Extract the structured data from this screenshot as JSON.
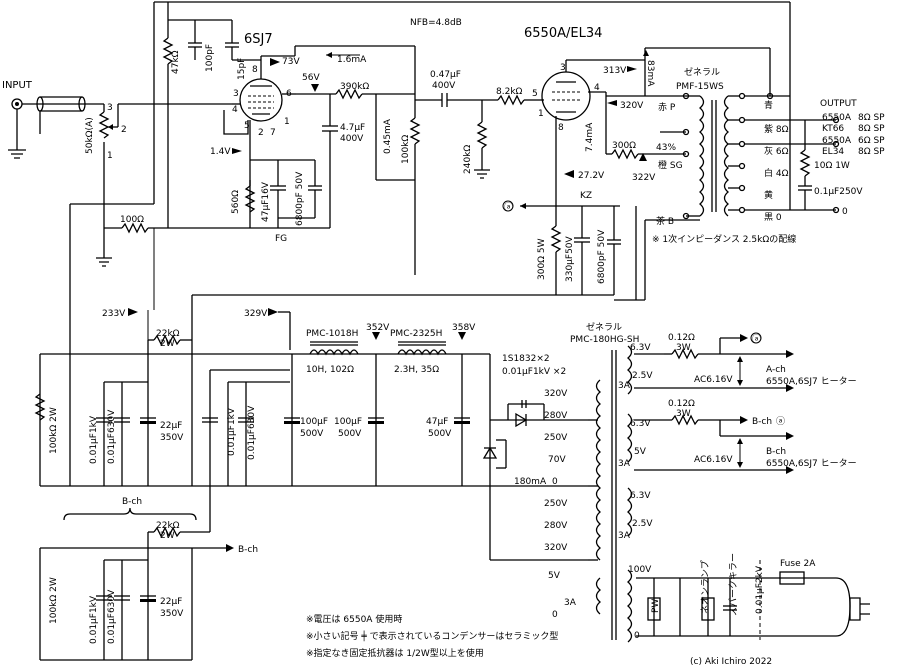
{
  "tubes": {
    "driver": "6SJ7",
    "output": "6550A/EL34"
  },
  "input": {
    "label": "INPUT",
    "vr": "50kΩ(A)",
    "pin1": "1",
    "pin2": "2",
    "pin3": "3"
  },
  "nfb": "NFB=4.8dB",
  "driver_stage": {
    "r_plate": "47kΩ",
    "c_plate": "100pF",
    "c_fb": "15pF",
    "v_plate": "73V",
    "i_plate": "1.6mA",
    "v_screen": "56V",
    "r_screen": "390kΩ",
    "c_screen": "4.7μF\n400V",
    "c_screen_a": "4.7μF",
    "c_screen_b": "400V",
    "i_screen": "0.45mA",
    "r_grid": "100kΩ",
    "v_cathode": "1.4V",
    "r_cathode": "560Ω",
    "c_cathode": "47μF16V",
    "c_bypass": "6800pF 50V",
    "fg": "FG",
    "r_fb": "100Ω",
    "pins": [
      "8",
      "3",
      "4",
      "5",
      "6",
      "2",
      "7",
      "1"
    ]
  },
  "coupling": {
    "c": "0.47μF",
    "v": "400V",
    "r_grid": "240kΩ",
    "r_stop": "8.2kΩ"
  },
  "output_stage": {
    "v_plate": "313V",
    "i_plate": "83mA",
    "v_screen": "320V",
    "r_screen": "300Ω",
    "i_screen": "7.4mA",
    "v_sg": "322V",
    "v_k": "27.2V",
    "pins": [
      "3",
      "4",
      "5",
      "1",
      "8"
    ],
    "kz": "KZ",
    "r_k": "300Ω 5W",
    "c_k": "330μF50V",
    "c_k2": "6800pF 50V",
    "node_a": "ⓐ"
  },
  "opt": {
    "maker": "ゼネラル",
    "model": "PMF-15WS",
    "taps_left": [
      "赤 P",
      "43%",
      "橙 SG",
      "茶 B"
    ],
    "taps_right": [
      "青",
      "紫 8Ω",
      "灰 6Ω",
      "白 4Ω",
      "黄",
      "黒 0"
    ],
    "note": "※ 1次インピーダンス 2.5kΩの配線"
  },
  "output": {
    "label": "OUTPUT",
    "rows": [
      {
        "tube": "6550A",
        "sp": "8Ω SP"
      },
      {
        "tube": "KT66",
        "sp": "8Ω SP"
      },
      {
        "tube": "6550A",
        "sp": "6Ω SP"
      },
      {
        "tube": "EL34",
        "sp": "8Ω SP"
      }
    ],
    "r_zobel": "10Ω 1W",
    "c_zobel": "0.1μF250V",
    "zero": "0"
  },
  "power": {
    "b233": "233V",
    "b329": "329V",
    "r_drop": "22kΩ",
    "r_drop_w": "2W",
    "bleeder": "100kΩ 2W",
    "c_film1": "0.01μF1kV",
    "c_film2": "0.01μF630V",
    "c_elec_a": "22μF",
    "c_elec_b": "350V",
    "choke1": "PMC-1018H",
    "choke1_spec": "10H, 102Ω",
    "choke2": "PMC-2325H",
    "choke2_spec": "2.3H, 35Ω",
    "v352": "352V",
    "v358": "358V",
    "c100a": "100μF",
    "c100b": "500V",
    "c47a": "47μF",
    "c47b": "500V",
    "diode": "1S1832×2",
    "diode_c": "0.01μF1kV ×2",
    "bch": "B-ch"
  },
  "pt": {
    "maker": "ゼネラル",
    "model": "PMC-180HG-SH",
    "secondary_hv": [
      "320V",
      "280V",
      "250V",
      "70V",
      "180mA",
      "0",
      "250V",
      "280V",
      "320V"
    ],
    "heater_a": [
      "6.3V",
      "3A",
      "2.5V"
    ],
    "heater_b": [
      "6.3V",
      "3A",
      "5V"
    ],
    "heater_c": [
      "6.3V",
      "3A",
      "2.5V"
    ],
    "aux": [
      "5V",
      "3A",
      "0"
    ],
    "primary": [
      "100V",
      "0"
    ],
    "h_r": "0.12Ω",
    "h_w": "3W",
    "h_ac": "AC6.16V",
    "ach": "A-ch",
    "bch": "B-ch",
    "heater_note": "6550A,6SJ7 ヒーター",
    "a": "ⓐ"
  },
  "ac_in": {
    "fuse": "Fuse 2A",
    "pw": "PW",
    "neon": "ネオンランプ",
    "spark": "スパークキラー",
    "cap": "0.01μF2kV"
  },
  "notes": [
    "※電圧は 6550A 使用時",
    "※小さい記号 ╪ で表示されているコンデンサーはセラミック型",
    "※指定なき固定抵抗器は 1/2W型以上を使用"
  ],
  "copyright": "(c) Aki Ichiro 2022"
}
